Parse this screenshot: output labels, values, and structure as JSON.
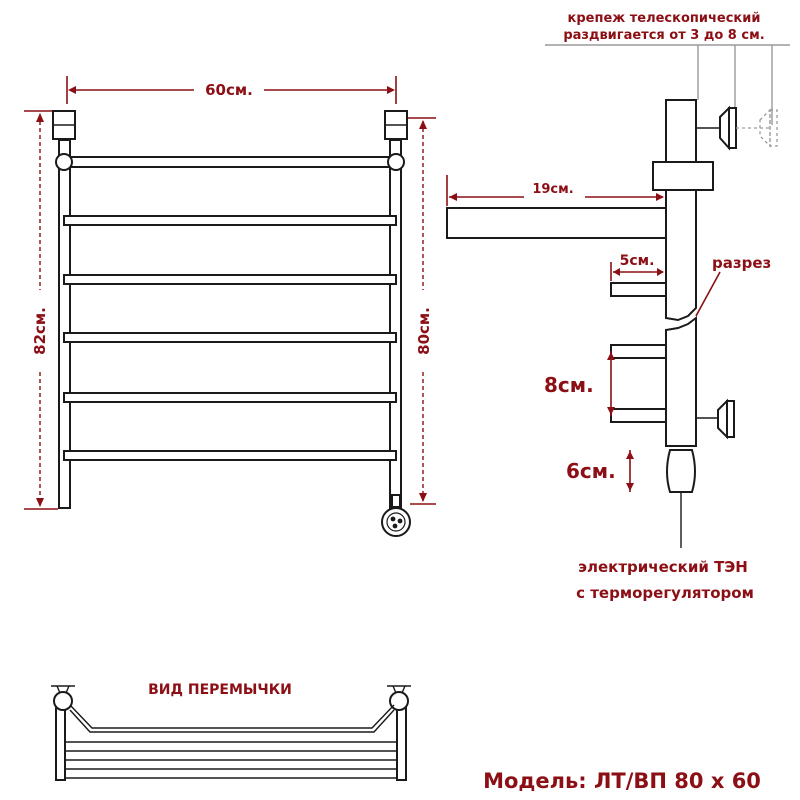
{
  "labels": {
    "width_dim": "60см.",
    "height_outer": "82см.",
    "height_inner": "80см.",
    "mount_line1": "крепеж телескопический",
    "mount_line2": "раздвигается от 3 до 8 см.",
    "depth_19": "19см.",
    "depth_5": "5см.",
    "cut": "разрез",
    "spacing_8": "8см.",
    "heater_6": "6см.",
    "heater_line1": "электрический  ТЭН",
    "heater_line2": "с терморегулятором",
    "bridge_view": "ВИД ПЕРЕМЫЧКИ",
    "model": "Модель: ЛТ/ВП 80 х 60"
  },
  "colors": {
    "label": "#8b0f14",
    "line": "#1a1a1a",
    "background": "#ffffff"
  }
}
